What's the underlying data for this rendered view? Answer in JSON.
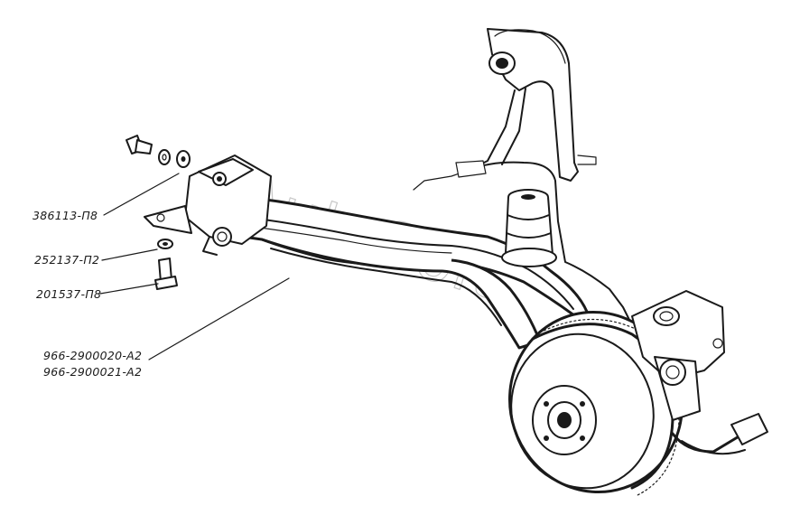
{
  "labels": {
    "bolt_washer": "386113-П8",
    "nut": "252137-П2",
    "bolt": "201537-П8",
    "beam_left": "966-2900020-А2",
    "beam_right": "966-2900021-А2"
  },
  "watermark": "AutoSoft",
  "colors": {
    "ink": "#1a1a1a",
    "paper": "#ffffff",
    "watermark": "#c8c8c8"
  }
}
